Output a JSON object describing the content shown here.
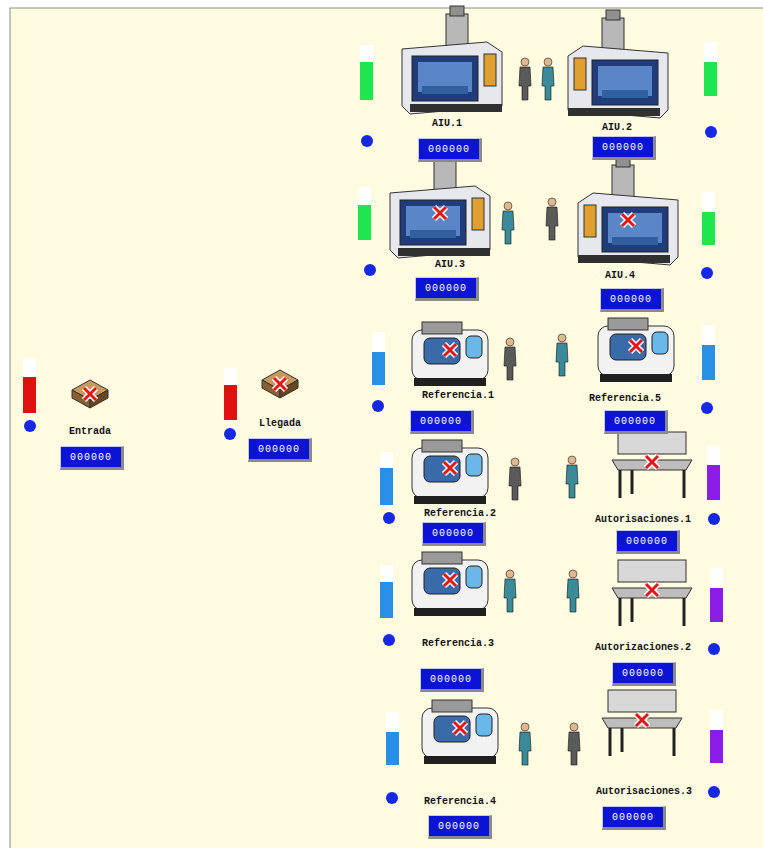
{
  "diagram": {
    "nodes": [
      {
        "text": [
          "Entrada",
          "000000"
        ]
      },
      {
        "text": [
          "Llegada",
          "000000"
        ]
      },
      {
        "text": [
          "AIU.1",
          "000000"
        ]
      },
      {
        "text": [
          "AIU.2",
          "000000"
        ]
      },
      {
        "text": [
          "AIU.3",
          "000000"
        ]
      },
      {
        "text": [
          "AIU.4",
          "000000"
        ]
      },
      {
        "text": [
          "Referencia.1",
          "000000"
        ]
      },
      {
        "text": [
          "Referencia.5",
          "000000"
        ]
      },
      {
        "text": [
          "Referencia.2",
          "000000"
        ]
      },
      {
        "text": [
          "Autorisaciones.1",
          "000000"
        ]
      },
      {
        "text": [
          "Referencia.3",
          "000000"
        ]
      },
      {
        "text": [
          "Autorizaciones.2",
          "000000"
        ]
      },
      {
        "text": [
          "Referencia.4",
          "000000"
        ]
      },
      {
        "text": [
          "Autorisaciones.3",
          "000000"
        ]
      }
    ],
    "edges": []
  }
}
